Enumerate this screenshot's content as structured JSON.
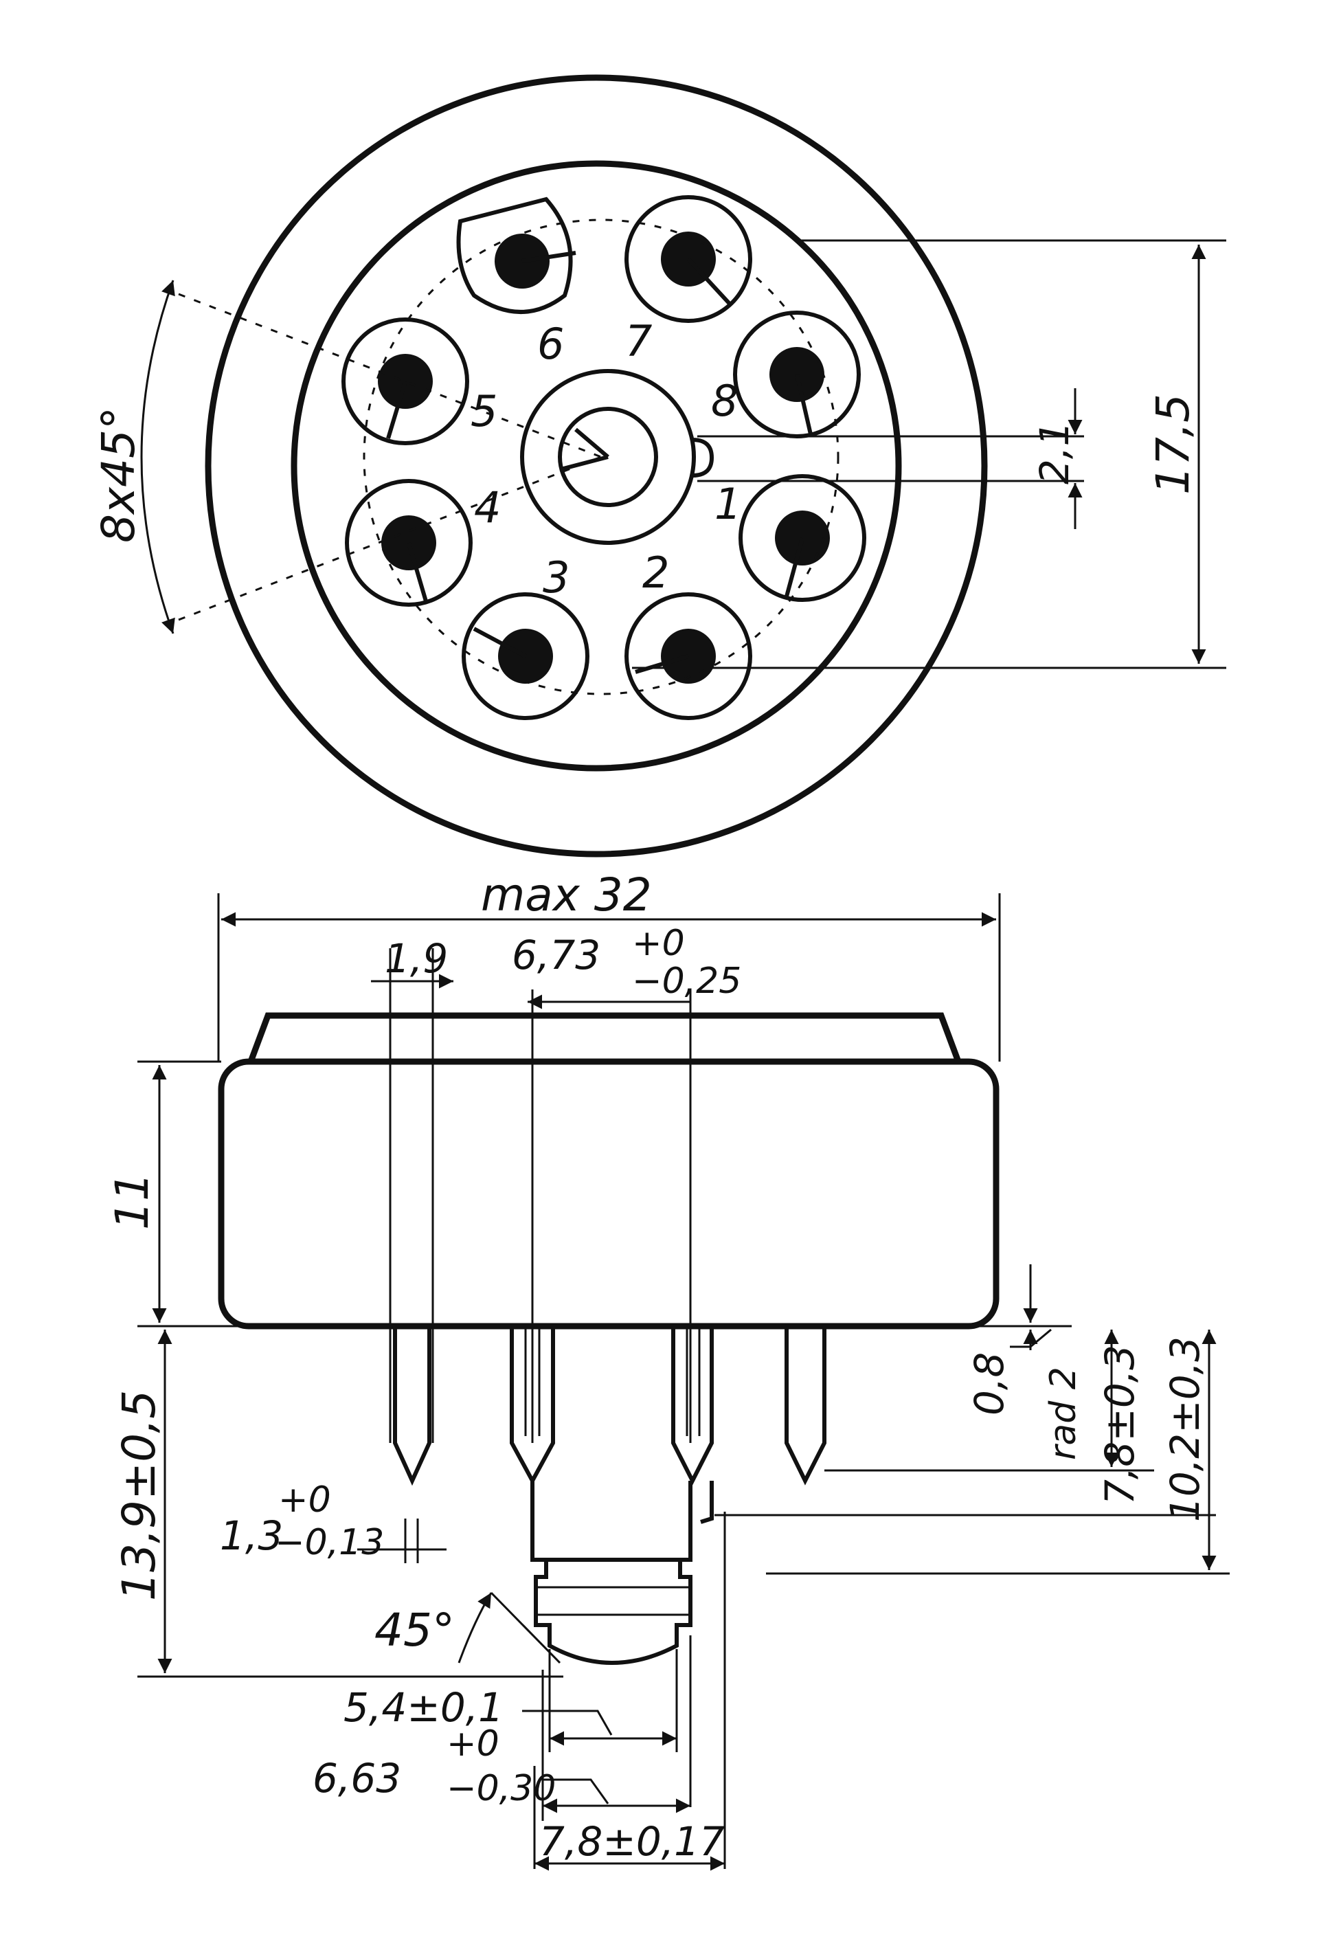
{
  "pin_labels": [
    "1",
    "2",
    "3",
    "4",
    "5",
    "6",
    "7",
    "8"
  ],
  "dimensions": {
    "bolt_angle": "8x45°",
    "pitch_height": "17,5",
    "key_width": "2,1",
    "overall_width": "max 32",
    "pin_offset": "1,9",
    "pin_spacing": "6,73",
    "pin_spacing_tol_upper": "+0",
    "pin_spacing_tol_lower": "−0,25",
    "body_height": "11",
    "pin_length": "13,9±0,5",
    "pin_tip": "1,3",
    "pin_tip_tol_upper": "+0",
    "pin_tip_tol_lower": "−0,13",
    "chamfer_angle": "45°",
    "key_dia_1": "5,4±0,1",
    "key_dia_2": "6,63",
    "key_dia_2_tol_upper": "+0",
    "key_dia_2_tol_lower": "−0,30",
    "key_dia_3": "7,8±0,17",
    "shoulder": "0,8",
    "radius": "rad 2",
    "pin_height": "7,8±0,3",
    "key_height": "10,2±0,3"
  }
}
